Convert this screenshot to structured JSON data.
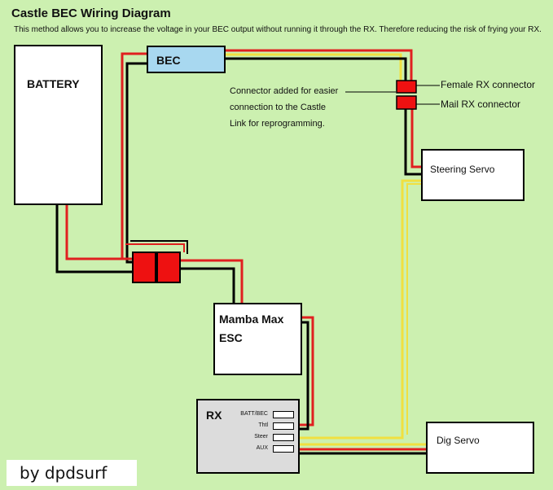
{
  "title": "Castle BEC Wiring Diagram",
  "subtitle": "This method allows you to increase the voltage in your BEC output without running it through the RX.  Therefore reducing the risk of frying your RX.",
  "components": {
    "battery": "BATTERY",
    "bec": "BEC",
    "esc": "Mamba Max\nESC",
    "esc_line1": "Mamba Max",
    "esc_line2": "ESC",
    "steering_servo": "Steering Servo",
    "dig_servo": "Dig Servo",
    "rx": "RX"
  },
  "rx_ports": [
    "BATT/BEC",
    "Thtl",
    "Steer",
    "AUX"
  ],
  "connector_labels": {
    "female": "Female RX connector",
    "male": "Mail RX connector"
  },
  "note": "Connector added for easier connection to the Castle Link for reprogramming.",
  "credit": "by dpdsurf",
  "colors": {
    "background": "#ccf0b0",
    "wire_red": "#e02020",
    "wire_black": "#000000",
    "wire_yellow": "#f0e040",
    "bec_fill": "#a8d8f0",
    "connector_red": "#ee1111"
  }
}
